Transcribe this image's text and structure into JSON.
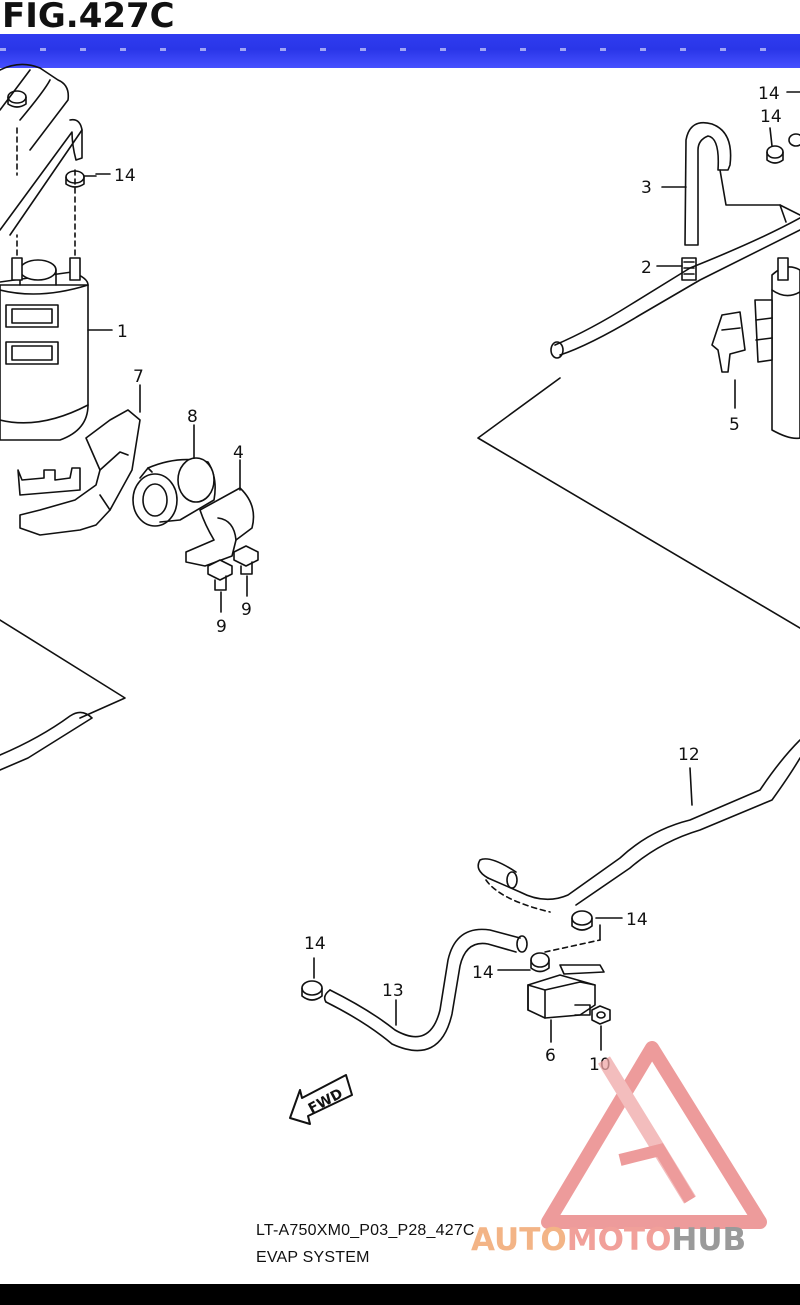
{
  "header": {
    "figure_title": "FIG.427C"
  },
  "footer": {
    "drawing_code": "LT-A750XM0_P03_P28_427C",
    "section_title": "EVAP SYSTEM"
  },
  "watermark": {
    "part1": "AUTO",
    "part2": "MOTO",
    "part3": "HUB",
    "color_orange": "#f3b486",
    "color_red": "#f1a09a",
    "color_gray": "#9a9a9a"
  },
  "direction_marker": {
    "label": "FWD"
  },
  "colors": {
    "title_bar": "#2f3cf0",
    "line": "#111111"
  },
  "callouts": {
    "c1": "1",
    "c2": "2",
    "c3": "3",
    "c4": "4",
    "c5": "5",
    "c6": "6",
    "c7": "7",
    "c8": "8",
    "c9a": "9",
    "c9b": "9",
    "c10": "10",
    "c12": "12",
    "c13": "13",
    "c14a": "14",
    "c14b": "14",
    "c14c": "14",
    "c14d": "14",
    "c14e": "14",
    "c14f": "14"
  }
}
